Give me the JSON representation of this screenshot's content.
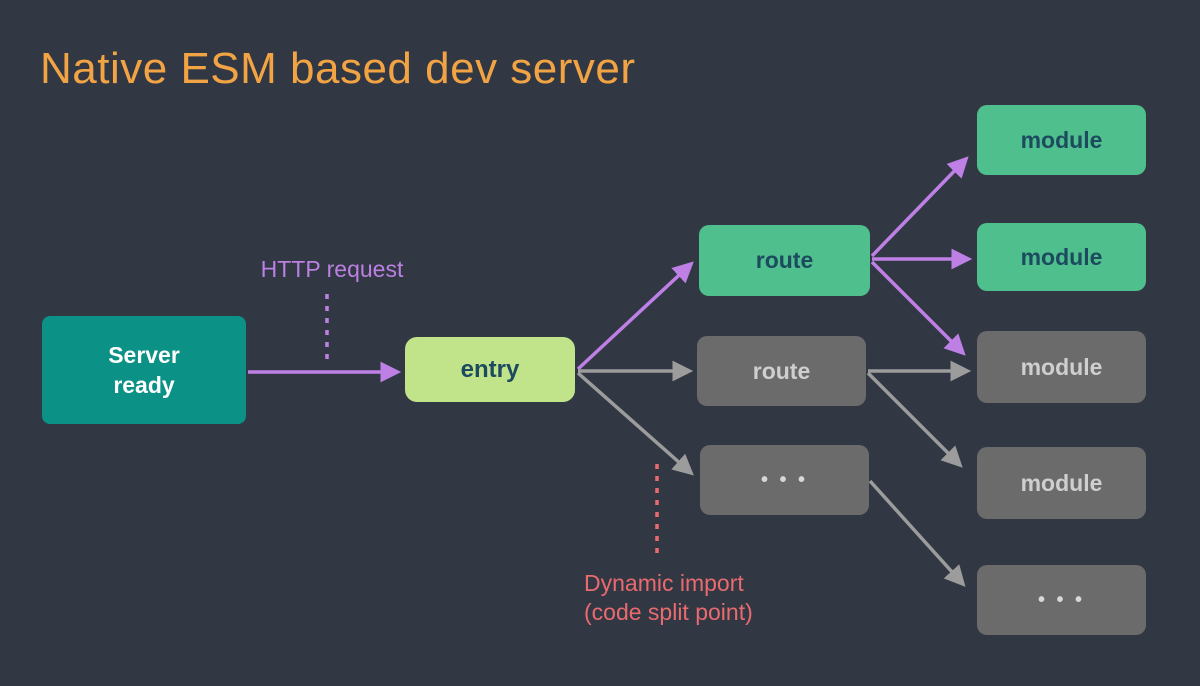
{
  "title": "Native ESM based dev server",
  "colors": {
    "background": "#313743",
    "title": "#f2a444",
    "teal_box": "#0c9186",
    "lime_box": "#c1e48a",
    "green_box": "#4fc08d",
    "gray_box": "#6b6b6b",
    "purple_arrow": "#bf80e6",
    "gray_arrow": "#9c9c9c",
    "salmon_label": "#e96a6f",
    "dark_box_text": "#1c4a5f"
  },
  "nodes": [
    {
      "id": "server-ready",
      "line1": "Server",
      "line2": "ready",
      "variant": "teal"
    },
    {
      "id": "entry",
      "label": "entry",
      "variant": "lime"
    },
    {
      "id": "route-1",
      "label": "route",
      "variant": "green"
    },
    {
      "id": "route-2",
      "label": "route",
      "variant": "gray"
    },
    {
      "id": "route-3",
      "label": "• • •",
      "variant": "gray"
    },
    {
      "id": "module-1",
      "label": "module",
      "variant": "green"
    },
    {
      "id": "module-2",
      "label": "module",
      "variant": "green"
    },
    {
      "id": "module-3",
      "label": "module",
      "variant": "gray"
    },
    {
      "id": "module-4",
      "label": "module",
      "variant": "gray"
    },
    {
      "id": "module-5",
      "label": "• • •",
      "variant": "gray"
    }
  ],
  "annotations": {
    "http_request": {
      "text": "HTTP request",
      "color": "#bb80e2"
    },
    "dynamic_import": {
      "line1": "Dynamic import",
      "line2": "(code split point)",
      "color": "#e96a6f"
    }
  },
  "edges": [
    {
      "from": "server-ready",
      "to": "entry",
      "color": "purple"
    },
    {
      "from": "entry",
      "to": "route-1",
      "color": "purple"
    },
    {
      "from": "entry",
      "to": "route-2",
      "color": "gray"
    },
    {
      "from": "entry",
      "to": "route-3",
      "color": "gray"
    },
    {
      "from": "route-1",
      "to": "module-1",
      "color": "purple"
    },
    {
      "from": "route-1",
      "to": "module-2",
      "color": "purple"
    },
    {
      "from": "route-1",
      "to": "module-3",
      "color": "purple"
    },
    {
      "from": "route-2",
      "to": "module-3",
      "color": "gray"
    },
    {
      "from": "route-2",
      "to": "module-4",
      "color": "gray"
    },
    {
      "from": "route-3",
      "to": "module-5",
      "color": "gray"
    }
  ]
}
